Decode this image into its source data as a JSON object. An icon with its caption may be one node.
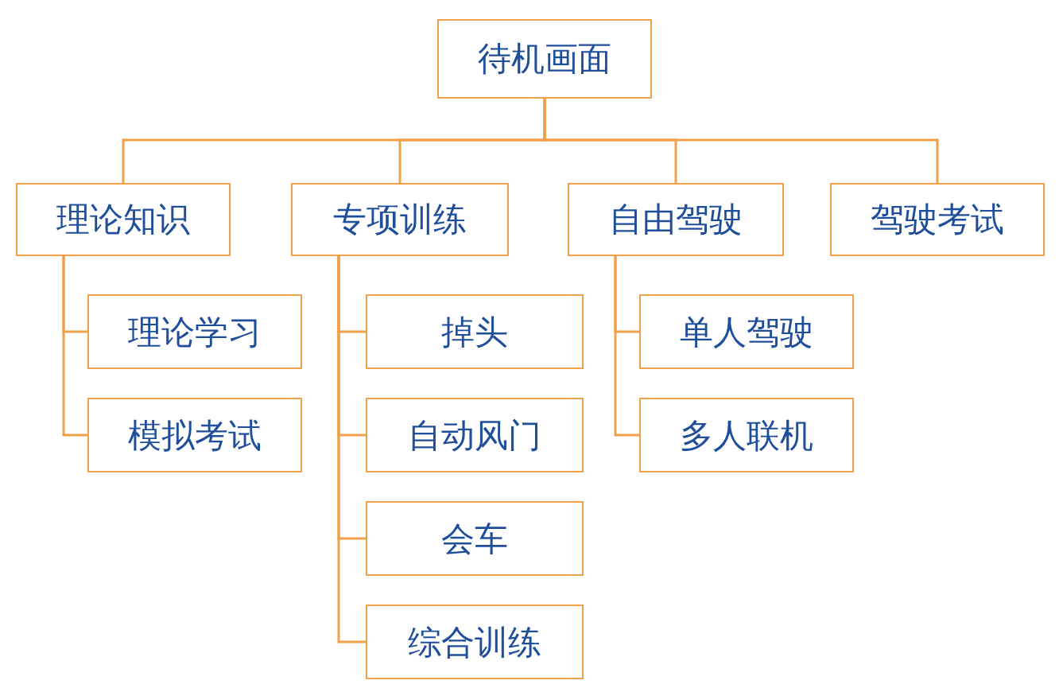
{
  "diagram": {
    "nodes": [
      {
        "text": [
          "待机画面"
        ]
      },
      {
        "text": [
          "理论知识"
        ]
      },
      {
        "text": [
          "专项训练"
        ]
      },
      {
        "text": [
          "自由驾驶"
        ]
      },
      {
        "text": [
          "驾驶考试"
        ]
      },
      {
        "text": [
          "理论学习"
        ]
      },
      {
        "text": [
          "模拟考试"
        ]
      },
      {
        "text": [
          "掉头"
        ]
      },
      {
        "text": [
          "自动风门"
        ]
      },
      {
        "text": [
          "会车"
        ]
      },
      {
        "text": [
          "综合训练"
        ]
      },
      {
        "text": [
          "单人驾驶"
        ]
      },
      {
        "text": [
          "多人联机"
        ]
      }
    ],
    "edges": [
      {
        "from": 0,
        "to": 1,
        "arrow": "none"
      },
      {
        "from": 0,
        "to": 2,
        "arrow": "none"
      },
      {
        "from": 0,
        "to": 3,
        "arrow": "none"
      },
      {
        "from": 0,
        "to": 4,
        "arrow": "none"
      },
      {
        "from": 1,
        "to": 5,
        "arrow": "none"
      },
      {
        "from": 1,
        "to": 6,
        "arrow": "none"
      },
      {
        "from": 2,
        "to": 7,
        "arrow": "none"
      },
      {
        "from": 2,
        "to": 8,
        "arrow": "none"
      },
      {
        "from": 2,
        "to": 9,
        "arrow": "none"
      },
      {
        "from": 2,
        "to": 10,
        "arrow": "none"
      },
      {
        "from": 3,
        "to": 11,
        "arrow": "none"
      },
      {
        "from": 3,
        "to": 12,
        "arrow": "none"
      }
    ]
  }
}
